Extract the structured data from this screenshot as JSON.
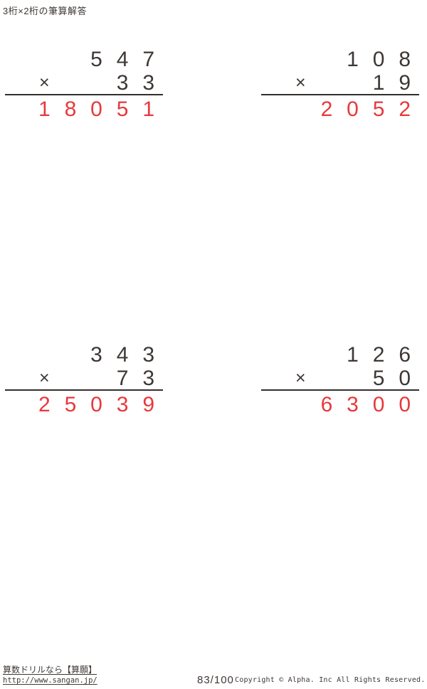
{
  "page": {
    "title": "3桁×2桁の筆算解答"
  },
  "colors": {
    "ink": "#3e3835",
    "answer_red": "#e8383c",
    "rule_line": "#332e2b",
    "background": "#ffffff"
  },
  "operator": "×",
  "problems": [
    {
      "multiplicand": "547",
      "multiplier": "33",
      "product": "18051",
      "rows": {
        "top": [
          "",
          "",
          "5",
          "4",
          "7"
        ],
        "mid": [
          "×",
          "",
          "",
          "3",
          "3"
        ],
        "ans": [
          "1",
          "8",
          "0",
          "5",
          "1"
        ]
      }
    },
    {
      "multiplicand": "108",
      "multiplier": "19",
      "product": "2052",
      "rows": {
        "top": [
          "",
          "",
          "1",
          "0",
          "8"
        ],
        "mid": [
          "×",
          "",
          "",
          "1",
          "9"
        ],
        "ans": [
          "",
          "2",
          "0",
          "5",
          "2"
        ]
      }
    },
    {
      "multiplicand": "343",
      "multiplier": "73",
      "product": "25039",
      "rows": {
        "top": [
          "",
          "",
          "3",
          "4",
          "3"
        ],
        "mid": [
          "×",
          "",
          "",
          "7",
          "3"
        ],
        "ans": [
          "2",
          "5",
          "0",
          "3",
          "9"
        ]
      }
    },
    {
      "multiplicand": "126",
      "multiplier": "50",
      "product": "6300",
      "rows": {
        "top": [
          "",
          "",
          "1",
          "2",
          "6"
        ],
        "mid": [
          "×",
          "",
          "",
          "5",
          "0"
        ],
        "ans": [
          "",
          "6",
          "3",
          "0",
          "0"
        ]
      }
    }
  ],
  "footer": {
    "site_label": "算数ドリルなら【算願】",
    "site_url": "http://www.sangan.jp/",
    "page_number": "83/100",
    "copyright": "Copyright © Alpha. Inc All Rights Reserved."
  }
}
